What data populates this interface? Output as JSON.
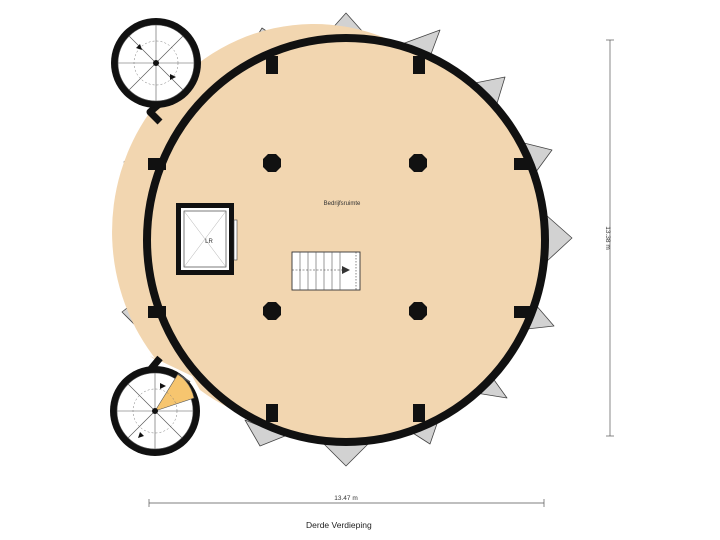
{
  "floor_title": "Derde Verdieping",
  "rooms": {
    "main_label": "Bedrijfsruimte",
    "elevator_label": "LR"
  },
  "dimensions": {
    "width_label": "13.47 m",
    "height_label": "13.38 m"
  },
  "colors": {
    "floor": "#f2d6b0",
    "wall": "#111111",
    "buttress": "#d2d2d2",
    "stair_floor": "#ffffff",
    "door_swing": "#f6c56f"
  }
}
